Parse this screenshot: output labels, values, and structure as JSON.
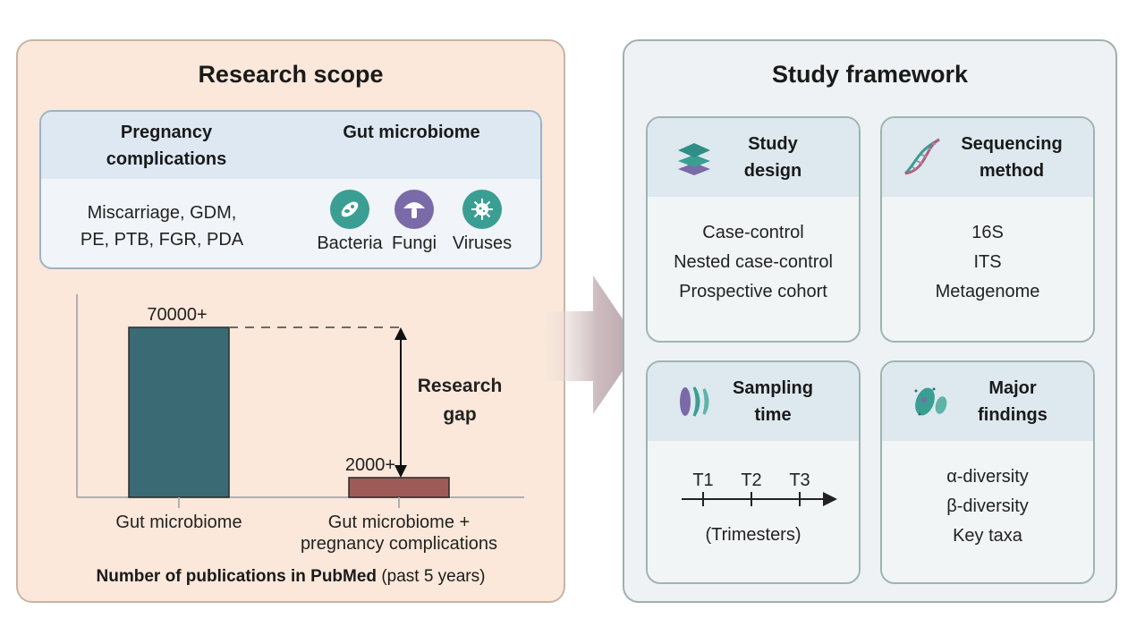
{
  "research_scope": {
    "title": "Research scope",
    "pregnancy_header": "Pregnancy complications",
    "gut_header": "Gut microbiome",
    "complications_line1": "Miscarriage, GDM,",
    "complications_line2": "PE, PTB, FGR, PDA",
    "microbes": [
      {
        "label": "Bacteria",
        "icon": "bacteria-icon",
        "color": "#3a9e93"
      },
      {
        "label": "Fungi",
        "icon": "mushroom-icon",
        "color": "#7b6aa8"
      },
      {
        "label": "Viruses",
        "icon": "virus-icon",
        "color": "#3a9e93"
      }
    ],
    "caption_bold": "Number of publications in PubMed",
    "caption_normal": "(past 5 years)"
  },
  "chart_data": {
    "type": "bar",
    "categories": [
      "Gut microbiome",
      "Gut microbiome + pregnancy complications"
    ],
    "category_lines": [
      [
        "Gut microbiome"
      ],
      [
        "Gut microbiome +",
        "pregnancy complications"
      ]
    ],
    "values": [
      70000,
      2000
    ],
    "data_labels": [
      "70000+",
      "2000+"
    ],
    "colors": [
      "#3a6b74",
      "#9e5a57"
    ],
    "annotation": [
      "Research",
      "gap"
    ],
    "ylim": [
      0,
      70000
    ],
    "grid": false
  },
  "study_framework": {
    "title": "Study framework",
    "cards": [
      {
        "title_lines": [
          "Study",
          "design"
        ],
        "icon": "layers-icon",
        "items": [
          "Case-control",
          "Nested case-control",
          "Prospective cohort"
        ]
      },
      {
        "title_lines": [
          "Sequencing",
          "method"
        ],
        "icon": "dna-icon",
        "items": [
          "16S",
          "ITS",
          "Metagenome"
        ]
      },
      {
        "title_lines": [
          "Sampling",
          "time"
        ],
        "icon": "timeline-icon",
        "timeline": [
          "T1",
          "T2",
          "T3"
        ],
        "note": "(Trimesters)"
      },
      {
        "title_lines": [
          "Major",
          "findings"
        ],
        "icon": "microbe-icon",
        "items": [
          "α-diversity",
          "β-diversity",
          "Key taxa"
        ]
      }
    ]
  },
  "colors": {
    "left_panel_bg": "#fbe8da",
    "right_panel_bg": "#eef2f4",
    "teal": "#3a9e93",
    "purple": "#7b6aa8"
  }
}
